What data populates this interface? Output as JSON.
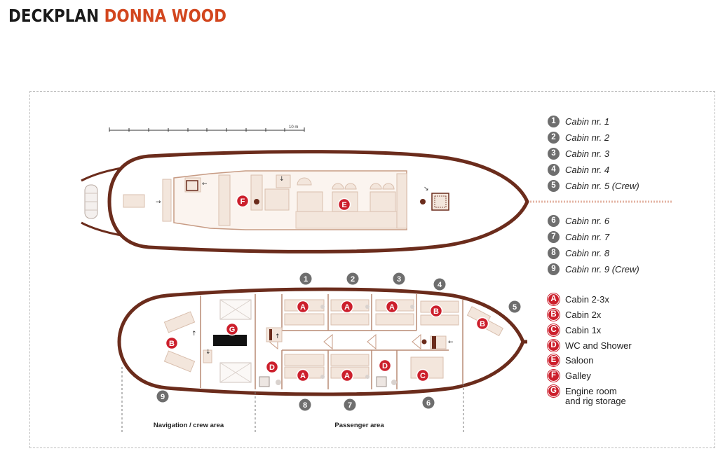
{
  "title": {
    "part1": "DECKPLAN",
    "part2": "DONNA WOOD"
  },
  "scale_bar": {
    "label": "10 m"
  },
  "legend_numbers": [
    {
      "id": "1",
      "label": "Cabin nr. 1"
    },
    {
      "id": "2",
      "label": "Cabin nr. 2"
    },
    {
      "id": "3",
      "label": "Cabin nr. 3"
    },
    {
      "id": "4",
      "label": "Cabin nr. 4"
    },
    {
      "id": "5",
      "label": "Cabin nr. 5 (Crew)"
    },
    {
      "id": "6",
      "label": "Cabin nr. 6"
    },
    {
      "id": "7",
      "label": "Cabin nr. 7"
    },
    {
      "id": "8",
      "label": "Cabin nr. 8"
    },
    {
      "id": "9",
      "label": "Cabin nr. 9 (Crew)"
    }
  ],
  "legend_letters": [
    {
      "id": "A",
      "label": "Cabin 2-3x"
    },
    {
      "id": "B",
      "label": "Cabin 2x"
    },
    {
      "id": "C",
      "label": "Cabin 1x"
    },
    {
      "id": "D",
      "label": "WC and Shower"
    },
    {
      "id": "E",
      "label": "Saloon"
    },
    {
      "id": "F",
      "label": "Galley"
    },
    {
      "id": "G",
      "label": "Engine room",
      "label2": "and rig storage"
    }
  ],
  "areas": {
    "navigation": "Navigation / crew area",
    "passenger": "Passenger area"
  },
  "colors": {
    "hull": "#6b2c1c",
    "accent": "#d2461e",
    "badge_red": "#cc1f2c",
    "badge_grey": "#6e6e6e",
    "fixture": "#f3e6dc",
    "fixture_stroke": "#d9bfae"
  }
}
